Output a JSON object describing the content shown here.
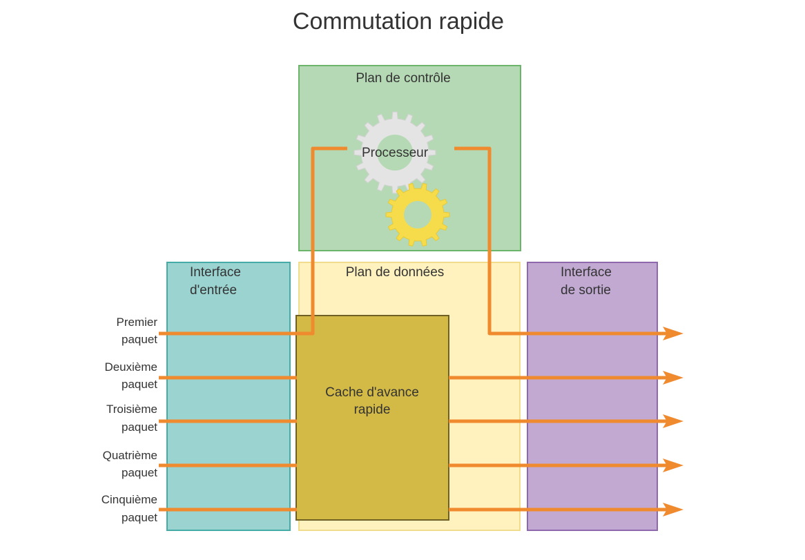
{
  "title": "Commutation rapide",
  "control_plane": {
    "label": "Plan de contrôle",
    "processor": "Processeur"
  },
  "data_plane": {
    "label": "Plan de données",
    "cache_line1": "Cache d'avance",
    "cache_line2": "rapide"
  },
  "ingress": {
    "line1": "Interface",
    "line2": "d'entrée"
  },
  "egress": {
    "line1": "Interface",
    "line2": "de sortie"
  },
  "packets": [
    {
      "line1": "Premier",
      "line2": "paquet"
    },
    {
      "line1": "Deuxième",
      "line2": "paquet"
    },
    {
      "line1": "Troisième",
      "line2": "paquet"
    },
    {
      "line1": "Quatrième",
      "line2": "paquet"
    },
    {
      "line1": "Cinquième",
      "line2": "paquet"
    }
  ],
  "colors": {
    "control_fill": "#b5d9b4",
    "control_stroke": "#6ab56a",
    "ingress_fill": "#9ad3d0",
    "ingress_stroke": "#45aba6",
    "data_fill": "#fff2bf",
    "data_stroke": "#f0dc8a",
    "egress_fill": "#c1a9d2",
    "egress_stroke": "#8f67ac",
    "cache_fill": "#d3b945",
    "cache_stroke": "#6e5f24",
    "arrow": "#ef8a2f",
    "gear_grey": "#e4e4e4",
    "gear_yellow": "#f6dc4a"
  }
}
